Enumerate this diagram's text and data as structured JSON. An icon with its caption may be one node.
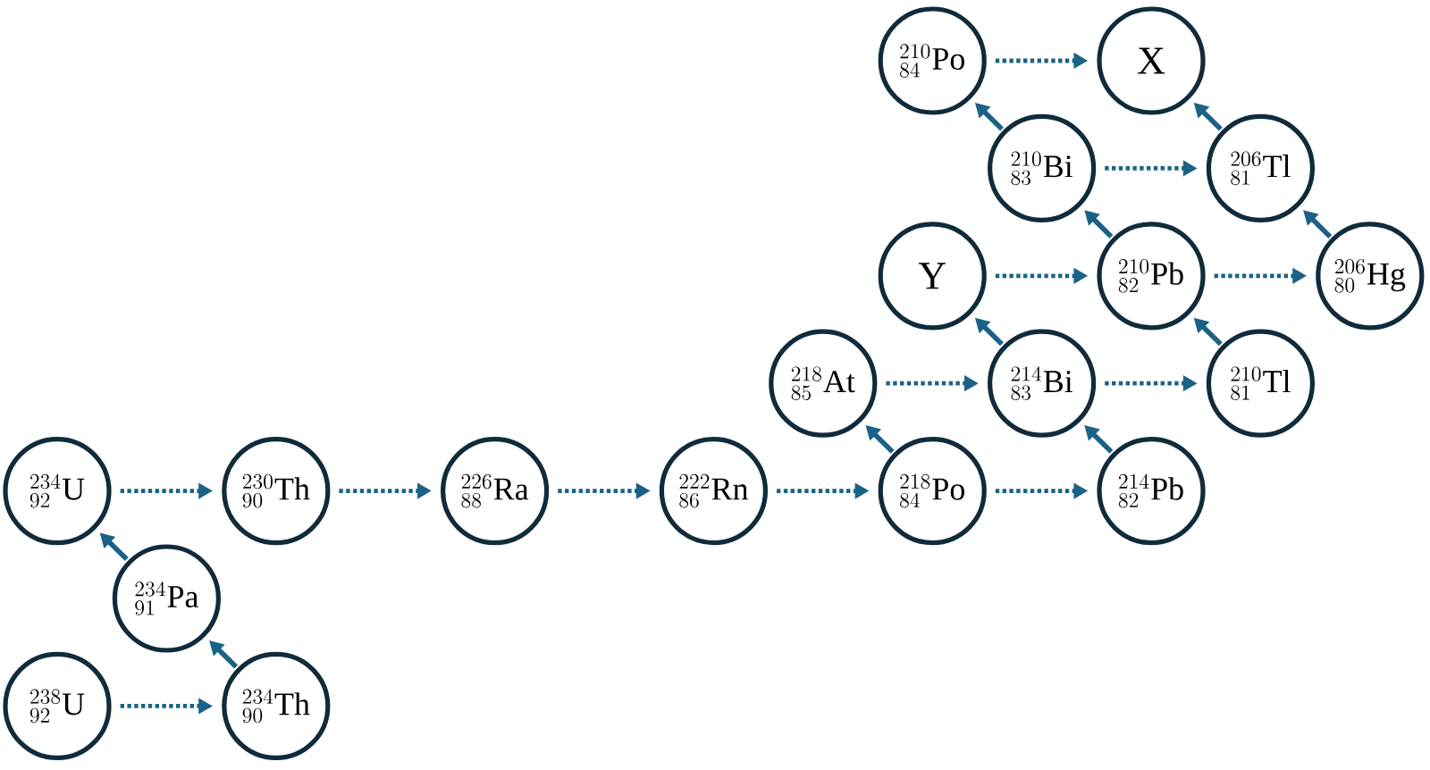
{
  "diagram": {
    "nodes": [
      {
        "text": [
          "{}^{210}_{84}\\mathrm{Po}"
        ]
      },
      {
        "text": [
          "\\mathrm{X}"
        ]
      },
      {
        "text": [
          "{}^{210}_{83}\\mathrm{Bi}"
        ]
      },
      {
        "text": [
          "{}^{206}_{81}\\mathrm{Tl}"
        ]
      },
      {
        "text": [
          "\\mathrm{Y}"
        ]
      },
      {
        "text": [
          "{}^{210}_{82}\\mathrm{Pb}"
        ]
      },
      {
        "text": [
          "{}^{206}_{80}\\mathrm{Hg}"
        ]
      },
      {
        "text": [
          "{}^{218}_{85}\\mathrm{At}"
        ]
      },
      {
        "text": [
          "{}^{214}_{83}\\mathrm{Bi}"
        ]
      },
      {
        "text": [
          "{}^{210}_{81}\\mathrm{Tl}"
        ]
      },
      {
        "text": [
          "{}^{234}_{92}\\mathrm{U}"
        ]
      },
      {
        "text": [
          "{}^{230}_{90}\\mathrm{Th}"
        ]
      },
      {
        "text": [
          "{}^{226}_{88}\\mathrm{Ra}"
        ]
      },
      {
        "text": [
          "{}^{222}_{86}\\mathrm{Rn}"
        ]
      },
      {
        "text": [
          "{}^{218}_{84}\\mathrm{Po}"
        ]
      },
      {
        "text": [
          "{}^{214}_{82}\\mathrm{Pb}"
        ]
      },
      {
        "text": [
          "{}^{234}_{91}\\mathrm{Pa}"
        ]
      },
      {
        "text": [
          "{}^{238}_{92}\\mathrm{U}"
        ]
      },
      {
        "text": [
          "{}^{234}_{90}\\mathrm{Th}"
        ]
      }
    ],
    "edges": [
      {
        "from": 17,
        "to": 18,
        "arrow": "to",
        "style": "dashed"
      },
      {
        "from": 18,
        "to": 16,
        "arrow": "to"
      },
      {
        "from": 16,
        "to": 10,
        "arrow": "to"
      },
      {
        "from": 10,
        "to": 11,
        "arrow": "to",
        "style": "dashed"
      },
      {
        "from": 11,
        "to": 12,
        "arrow": "to",
        "style": "dashed"
      },
      {
        "from": 12,
        "to": 13,
        "arrow": "to",
        "style": "dashed"
      },
      {
        "from": 13,
        "to": 14,
        "arrow": "to",
        "style": "dashed"
      },
      {
        "from": 14,
        "to": 7,
        "arrow": "to"
      },
      {
        "from": 14,
        "to": 15,
        "arrow": "to",
        "style": "dashed"
      },
      {
        "from": 7,
        "to": 8,
        "arrow": "to",
        "style": "dashed"
      },
      {
        "from": 15,
        "to": 8,
        "arrow": "to"
      },
      {
        "from": 8,
        "to": 4,
        "arrow": "to"
      },
      {
        "from": 8,
        "to": 9,
        "arrow": "to",
        "style": "dashed"
      },
      {
        "from": 4,
        "to": 5,
        "arrow": "to",
        "style": "dashed"
      },
      {
        "from": 9,
        "to": 5,
        "arrow": "to"
      },
      {
        "from": 5,
        "to": 2,
        "arrow": "to"
      },
      {
        "from": 5,
        "to": 6,
        "arrow": "to",
        "style": "dashed"
      },
      {
        "from": 6,
        "to": 3,
        "arrow": "to"
      },
      {
        "from": 2,
        "to": 0,
        "arrow": "to"
      },
      {
        "from": 2,
        "to": 3,
        "arrow": "to",
        "style": "dashed"
      },
      {
        "from": 0,
        "to": 1,
        "arrow": "to",
        "style": "dashed"
      },
      {
        "from": 3,
        "to": 1,
        "arrow": "to"
      }
    ]
  }
}
